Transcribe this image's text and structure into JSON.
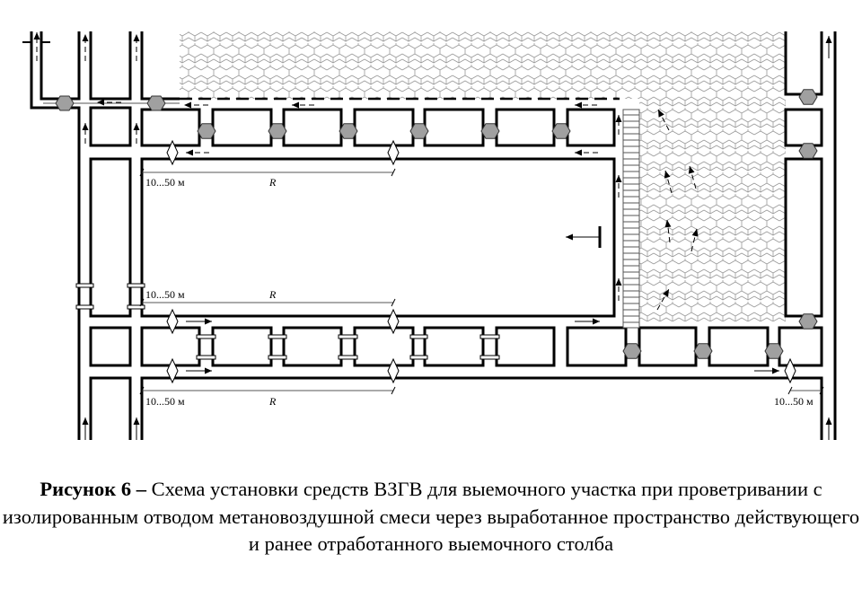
{
  "diagram": {
    "dimension_labels": {
      "offset": "10...50 м",
      "distance": "R"
    },
    "colors": {
      "line": "#000000",
      "gob_hatch": "#9a9a9a",
      "stopping_fill": "#a0a0a0"
    }
  },
  "caption": {
    "prefix": "Рисунок 6 –",
    "text": " Схема установки средств ВЗГВ для выемочного участка при проветривании с изолированным отводом метановоздушной смеси через выработанное пространство действующего и ранее отработанного выемочного столба"
  }
}
